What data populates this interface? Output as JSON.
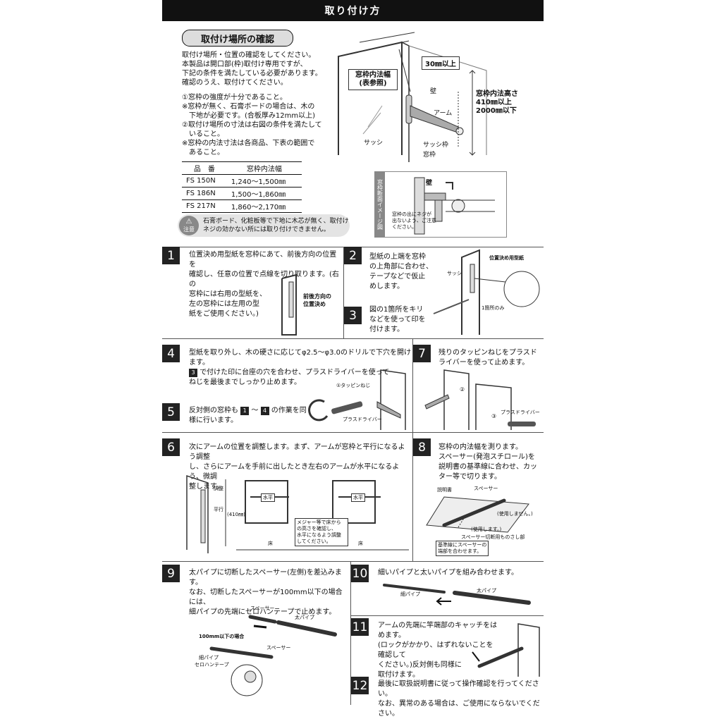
{
  "header": {
    "title": "取り付け方"
  },
  "section": {
    "title": "取付け場所の確認",
    "intro": [
      "取付け場所・位置の確認をしてください。",
      "本製品は開口部(枠)取付け専用ですが、",
      "下記の条件を満たしている必要があります。",
      "確認のうえ、取付けてください。"
    ],
    "conditions": [
      "①窓枠の強度が十分であること。",
      "※窓枠が無く、石膏ボードの場合は、木の",
      "　下地が必要です。(合板厚み12mm以上)",
      "②取付け場所の寸法は右図の条件を満たして",
      "　いること。",
      "※窓枠の内法寸法は各商品、下表の範囲で",
      "　あること。"
    ],
    "table": {
      "headers": [
        "品　番",
        "窓枠内法幅"
      ],
      "rows": [
        [
          "FS 150N",
          "1,240〜1,500㎜"
        ],
        [
          "FS 186N",
          "1,500〜1,860㎜"
        ],
        [
          "FS 217N",
          "1,860〜2,170㎜"
        ]
      ]
    },
    "caution": {
      "badge": "注意",
      "lines": [
        "石膏ボード、化粧板等で下地に木芯が無く、取付け",
        "ネジの効かない所には取り付けできません。"
      ]
    }
  },
  "diagram_main": {
    "width_label": [
      "窓枠内法幅",
      "(表参照)"
    ],
    "top_label": "30㎜以上",
    "wall": "壁",
    "arm": "アーム",
    "height_label": [
      "窓枠内法高さ",
      "410㎜以上",
      "2000㎜以下"
    ],
    "sash": "サッシ",
    "sash_frame": "サッシ枠",
    "window_frame": "窓枠"
  },
  "diagram_section": {
    "side_label": "窓枠断面イメージ図",
    "wall": "壁",
    "note": [
      "窓枠の出にネジが",
      "出ないよう、ご注意",
      "ください。"
    ]
  },
  "steps": [
    {
      "num": "1",
      "lines": [
        "位置決め用型紙を窓枠にあて、前後方向の位置を",
        "確認し、任意の位置で点線を切り取ります。(右の",
        "窓枠には右用の型紙を、",
        "左の窓枠には左用の型",
        "紙をご使用ください。)"
      ],
      "fig_label": [
        "前後方向の",
        "位置決め"
      ]
    },
    {
      "num": "2",
      "lines": [
        "型紙の上端を窓枠",
        "の上角部に合わせ、",
        "テープなどで仮止",
        "めします。"
      ],
      "fig_labels": [
        "位置決め用型紙",
        "サッシ",
        "1箇所のみ"
      ]
    },
    {
      "num": "3",
      "lines": [
        "図の1箇所をキリ",
        "などを使って印を",
        "付けます。"
      ]
    },
    {
      "num": "4",
      "lines": [
        "型紙を取り外し、木の硬さに応じてφ2.5〜φ3.0のドリルで下穴を開けます。",
        "で付けた印に台座の穴を合わせ、プラスドライバーを使って",
        "ねじを最後までしっかり止めます。"
      ],
      "ref": "3",
      "fig_labels": [
        "①タッピンねじ",
        "プラスドライバー"
      ]
    },
    {
      "num": "5",
      "text_a": "反対側の窓枠も",
      "ref_a": "1",
      "tilde": "〜",
      "ref_b": "4",
      "text_b": "の作業を同",
      "text_c": "様に行います。"
    },
    {
      "num": "6",
      "lines": [
        "次にアームの位置を調整します。まず、アームが窓枠と平行になるよう調整",
        "し、さらにアームを手前に出したとき左右のアームが水平になるよう、微調",
        "整します。"
      ],
      "fig_labels": [
        "調整",
        "平行",
        "(410㎜)",
        "水平",
        "水平",
        "床",
        "床"
      ],
      "note": [
        "メジャー等で床から",
        "の高さを確認し、",
        "水平になるよう調整",
        "してください。"
      ]
    },
    {
      "num": "7",
      "lines": [
        "残りのタッピンねじをプラスド",
        "ライバーを使って止めます。"
      ],
      "fig_labels": [
        "②",
        "③",
        "プラスドライバー"
      ]
    },
    {
      "num": "8",
      "lines": [
        "窓枠の内法幅を測ります。",
        "スペーサー(発泡スチロール)を",
        "説明書の基準線に合わせ、カッ",
        "ター等で切ります。"
      ],
      "fig_labels": [
        "説明書",
        "スペーサー",
        "(使用しません。)",
        "(使用します。)",
        "スペーサー切断用ものさし部"
      ],
      "note": [
        "基準線にスペーサーの",
        "端部を合わせます。"
      ]
    },
    {
      "num": "9",
      "lines": [
        "太パイプに切断したスペーサー(左側)を差込みます。",
        "なお、切断したスペーサーが100mm以下の場合には、",
        "細パイプの先端にセロハンテープで止めます。"
      ],
      "fig_labels": [
        "スペーサー",
        "太パイプ",
        "100mm以下の場合",
        "スペーサー",
        "細パイプ",
        "セロハンテープ"
      ]
    },
    {
      "num": "10",
      "lines": [
        "細いパイプと太いパイプを組み合わせます。"
      ],
      "fig_labels": [
        "太パイプ",
        "細パイプ"
      ]
    },
    {
      "num": "11",
      "lines": [
        "アームの先端に竿端部のキャッチをはめます。",
        "(ロックがかかり、はずれないことを確認して",
        "ください。)反対側も同様に",
        "取付けます。"
      ]
    },
    {
      "num": "12",
      "lines": [
        "最後に取扱説明書に従って操作確認を行ってください。",
        "なお、異常のある場合は、ご使用にならないでください。"
      ]
    }
  ]
}
